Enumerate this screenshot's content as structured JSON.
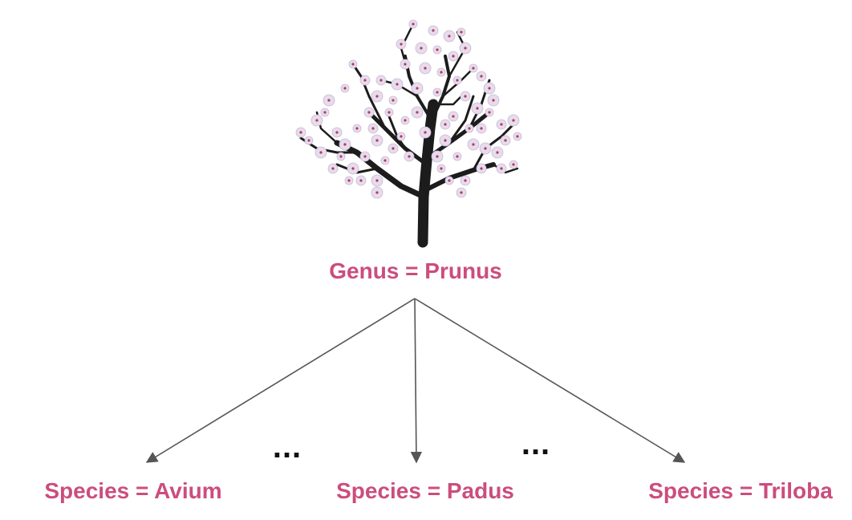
{
  "colors": {
    "label": "#cc4d7d",
    "arrow": "#555555",
    "trunk": "#1c1c1c",
    "blossom": "#e6dcec",
    "blossom_center": "#b23a5e"
  },
  "icon": "cherry-blossom-tree-icon",
  "genus": {
    "label": "Genus = Prunus"
  },
  "species": [
    {
      "label": "Species = Avium"
    },
    {
      "label": "Species = Padus"
    },
    {
      "label": "Species = Triloba"
    }
  ],
  "ellipses": [
    "...",
    "..."
  ]
}
